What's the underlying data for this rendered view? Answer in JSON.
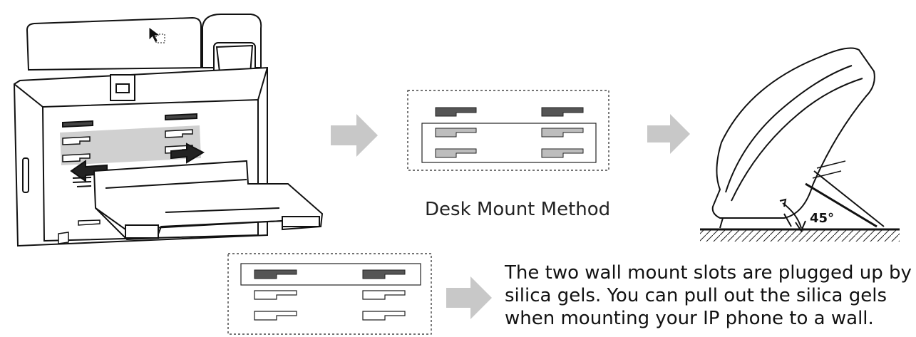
{
  "desk_mount": {
    "label": "Desk Mount Method"
  },
  "angle": {
    "label": "45°"
  },
  "note": {
    "lines": [
      "The two wall mount slots are plugged up by",
      "silica gels. You can pull out the silica gels",
      "when mounting your IP phone to a wall."
    ]
  },
  "colors": {
    "slot_active": "#555555",
    "slot_highlight": "#bdbdbd",
    "slot_empty": "#ffffff",
    "arrow": "#c8c8c8",
    "line": "#111111"
  }
}
